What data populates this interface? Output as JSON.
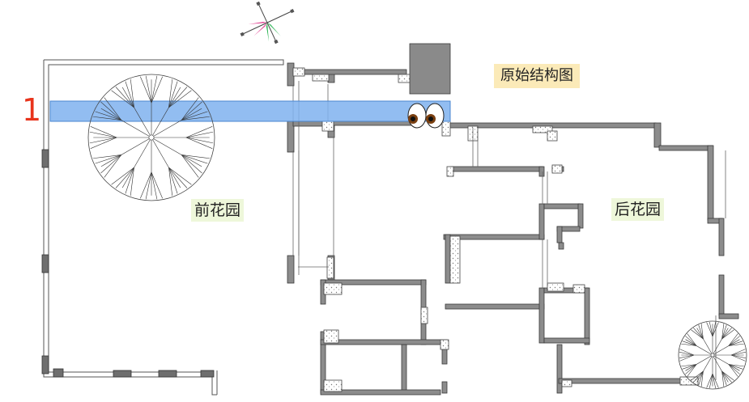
{
  "labels": {
    "title": "原始结构图",
    "front_garden": "前花园",
    "back_garden": "后花园",
    "marker_number": "1"
  },
  "colors": {
    "wall": "#8c8c8c",
    "wall_stroke": "#3a3a3a",
    "highlight_band": "#7fb2ee",
    "title_bg": "#fbeab8",
    "garden_label_bg": "#eef7da",
    "marker": "#e8341c",
    "compass_magenta": "#e0338a",
    "compass_green": "#22b14c"
  },
  "icons": {
    "compass": "compass-rose-icon",
    "eyes": "cartoon-eyes-icon",
    "tree_large": "tree-canopy-icon",
    "tree_small": "tree-canopy-icon"
  }
}
